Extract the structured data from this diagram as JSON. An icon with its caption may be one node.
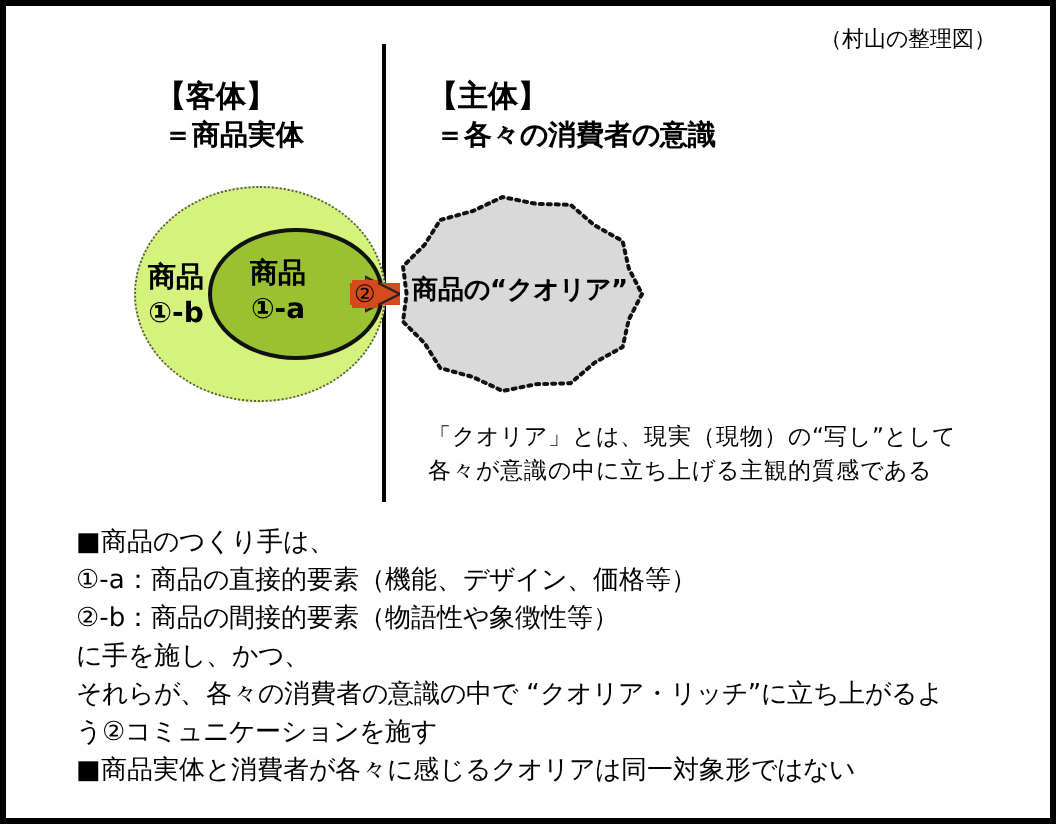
{
  "diagram": {
    "nodes": [
      {
        "text": [
          "商品①-b"
        ]
      },
      {
        "text": [
          "商品①-a"
        ],
        "in": 0
      },
      {
        "text": [
          "商品の“クオリア”"
        ]
      }
    ],
    "edges": [
      {
        "from": 1,
        "to": 2,
        "arrow": "to",
        "label": "②"
      }
    ],
    "labels": [
      "（村山の整理図）",
      "【客体】",
      "＝商品実体",
      "【主体】",
      "＝各々の消費者の意識",
      "「クオリア」とは、現実（現物）の“写し”として各々が意識の中に立ち上げる主観的質感である",
      "■商品のつくり手は、",
      "①-a：商品の直接的要素（機能、デザイン、価格等）",
      "②-b：商品の間接的要素（物語性や象徴性等）",
      "に手を施し、かつ、",
      "それらが、各々の消費者の意識の中で “クオリア・リッチ”に立ち上がるよう②コミュニケーションを施す",
      "■商品実体と消費者が各々に感じるクオリアは同一対象形ではない"
    ]
  }
}
